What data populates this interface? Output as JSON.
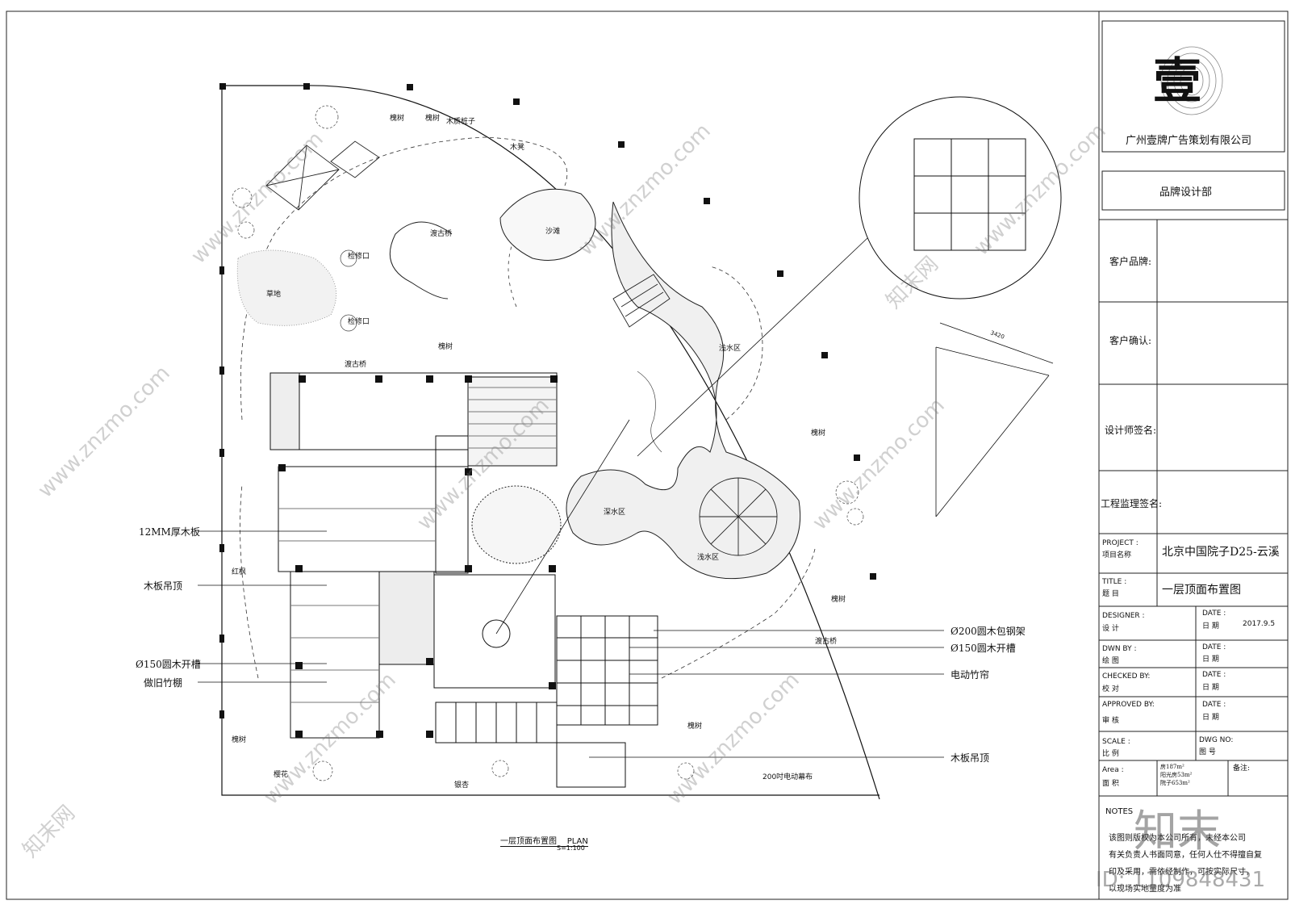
{
  "company": {
    "name": "广州壹牌广告策划有限公司",
    "logo_char": "壹",
    "department": "品牌设计部"
  },
  "title_block": {
    "client_brand": "客户品牌:",
    "client_confirm": "客户确认:",
    "designer_sign": "设计师签名:",
    "supervisor_sign": "工程监理签名:",
    "project_label_en": "PROJECT :",
    "project_label_cn": "项目名称",
    "project_name": "北京中国院子D25-云溪",
    "title_label_en": "TITLE :",
    "title_label_cn": "题    目",
    "title_value": "一层顶面布置图",
    "designer_en": "DESIGNER :",
    "designer_cn": "设    计",
    "date_en": "DATE :",
    "date_cn": "日  期",
    "date_value": "2017.9.5",
    "dwn_en": "DWN BY :",
    "dwn_cn": "绘    图",
    "checked_en": "CHECKED   BY:",
    "checked_cn": "校    对",
    "approved_en": "APPROVED BY:",
    "approved_cn": "审    核",
    "scale_en": "SCALE :",
    "scale_cn": "比    例",
    "dwg_en": "DWG NO:",
    "dwg_cn": "图  号",
    "area_en": "Area :",
    "area_cn": "面    积",
    "area_values": [
      "房187m²",
      "阳光房53m²",
      "院子653m²"
    ],
    "remark": "备注:",
    "notes_en": "NOTES",
    "notes_lines": [
      "该图则版权为本公司所有，未经本公司",
      "有关负责人书面同意，任何人仕不得擅自复",
      "印及采用，需依经制作，可按实际尺寸，",
      "以现场实地量度为准"
    ]
  },
  "plan": {
    "caption": "一层顶面布置图",
    "caption_en": "PLAN",
    "scale": "S=1:100",
    "callouts_left": [
      "12MM厚木板",
      "木板吊顶",
      "Ø150圆木开槽",
      "做旧竹棚"
    ],
    "callouts_right": [
      "Ø200圆木包钢架",
      "Ø150圆木开槽",
      "电动竹帘",
      "木板吊顶"
    ],
    "labels": {
      "tree1": "槐树",
      "tree2": "槐树",
      "wood_table": "木质桩子",
      "wood": "木凳",
      "sand": "沙滩",
      "bridge": "渡古桥",
      "hole1": "检修口",
      "hole2": "检修口",
      "lawn": "草地",
      "tree3": "槐树",
      "bridge2": "渡古桥",
      "shallow1": "浅水区",
      "deep": "深水区",
      "shallow2": "浅水区",
      "tree4": "槐树",
      "tree5": "槐树",
      "bridge3": "渡古桥",
      "maple": "红枫",
      "tree6": "槐树",
      "tree7": "槐树",
      "plant1": "樱花",
      "plant2": "银杏",
      "curtain": "200吋电动幕布",
      "dim": "3420"
    }
  },
  "watermark": {
    "brand": "知末",
    "id_text": "ID: 1109848431",
    "site": "www.znzmo.com",
    "net": "知末网"
  }
}
